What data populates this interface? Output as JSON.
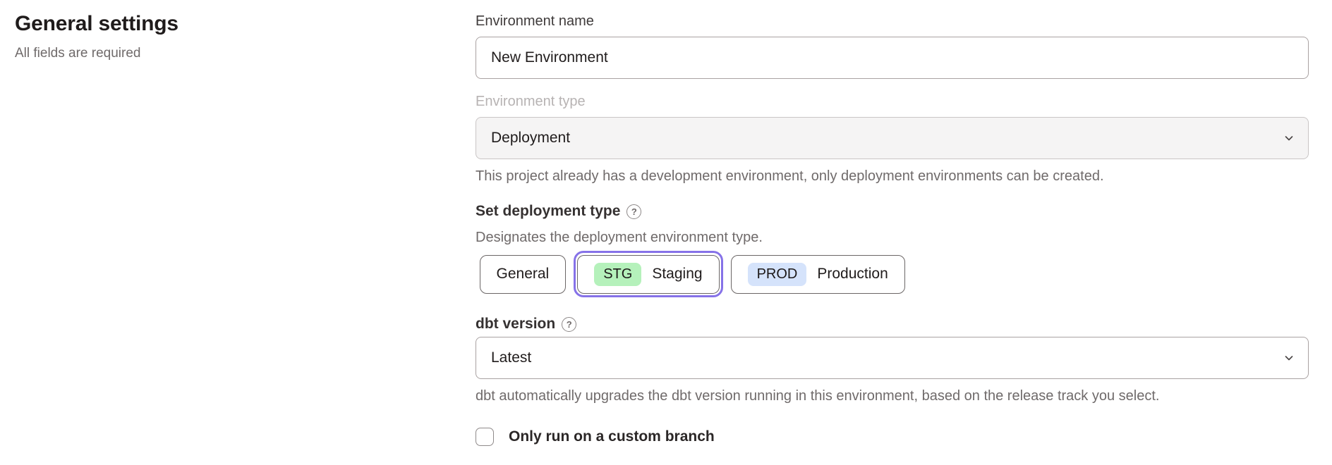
{
  "header": {
    "title": "General settings",
    "subtitle": "All fields are required"
  },
  "form": {
    "environment_name": {
      "label": "Environment name",
      "value": "New Environment"
    },
    "environment_type": {
      "label": "Environment type",
      "value": "Deployment",
      "disabled": true,
      "helper": "This project already has a development environment, only deployment environments can be created."
    },
    "deployment_type": {
      "label": "Set deployment type",
      "description": "Designates the deployment environment type.",
      "options": [
        {
          "label": "General",
          "badge": "",
          "selected": false
        },
        {
          "label": "Staging",
          "badge": "STG",
          "selected": true
        },
        {
          "label": "Production",
          "badge": "PROD",
          "selected": false
        }
      ]
    },
    "dbt_version": {
      "label": "dbt version",
      "value": "Latest",
      "helper": "dbt automatically upgrades the dbt version running in this environment, based on the release track you select."
    },
    "custom_branch": {
      "label": "Only run on a custom branch",
      "checked": false
    }
  },
  "icons": {
    "help_glyph": "?"
  },
  "colors": {
    "accent-purple": "#8672e8",
    "badge-green": "#b5f1bb",
    "badge-blue": "#d5e3fb",
    "text-dark": "#211d1d",
    "text-gray": "#6f6a6a",
    "text-disabled": "#b7b3b3",
    "border-input": "#a9a2a2",
    "border-button": "#6b6666",
    "select-disabled-bg": "#f5f4f4"
  }
}
